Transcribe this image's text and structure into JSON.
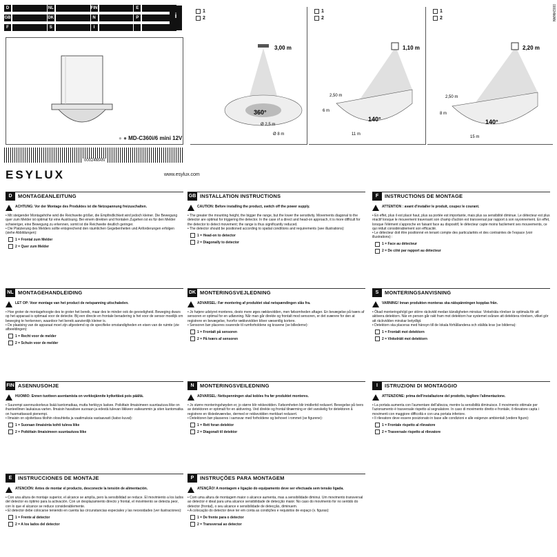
{
  "lang_tabs": [
    {
      "code": "D"
    },
    {
      "code": "NL"
    },
    {
      "code": "FIN"
    },
    {
      "code": "E"
    },
    {
      "code": "GB"
    },
    {
      "code": "DK"
    },
    {
      "code": "N"
    },
    {
      "code": "P"
    },
    {
      "code": "F"
    },
    {
      "code": "S"
    },
    {
      "code": "I"
    },
    {
      "code": ""
    }
  ],
  "info_icon": "i",
  "panels": {
    "opt1": "1",
    "opt2": "2",
    "p1_dist": "3,00 m",
    "p1_angle": "360°",
    "p1_diam": "Ø 2,5 m",
    "p1_diam2": "Ø 8 m",
    "p2_dist": "1,10 m",
    "p2_angle": "140°",
    "p2_w1": "2,50 m",
    "p2_w2": "6 m",
    "p2_len": "11 m",
    "p3_dist": "2,20 m",
    "p3_angle": "140°",
    "p3_w1": "2,50 m",
    "p3_w2": "8 m",
    "p3_len": "15 m"
  },
  "product": "MD-C360i/6 mini 12V",
  "doc_code": "00024MAN",
  "side_code": "00024MAN",
  "logo": "ESYLUX",
  "url": "www.esylux.com",
  "sections": [
    {
      "tag": "D",
      "title": "MONTAGEANLEITUNG",
      "warn": "ACHTUNG: Vor der Montage des Produktes ist die Netzspannung freizuschalten.",
      "body": "• Mit steigender Montagehöhe wird die Reichweite größer, die Empfindlichkeit wird jedoch kleiner. Die Bewegung quer zum Melder ist optimal für eine Auslösung. Bei einem direkten und frontalen Zugehen ist es für den Melder schwieriger, eine Bewegung zu erkennen, somit ist die Reichweite deutlich geringer.\n• Die Platzierung des Melders sollte entsprechend den räumlichen Gegebenheiten und Anforderungen erfolgen (siehe Abbildungen):",
      "o1": "1 = Frontal zum Melder",
      "o2": "2 = Quer zum Melder"
    },
    {
      "tag": "GB",
      "title": "INSTALLATION INSTRUCTIONS",
      "warn": "CAUTION: Before installing the product, switch off the power supply.",
      "body": "• The greater the mounting height, the bigger the range, but the lower the sensitivity. Movements diagonal to the detector are optimal for triggering the detector. In the case of a direct and head-on approach, it is more difficult for the detector to detect movement; the range is thus significantly reduced.\n• The detector should be positioned according to spatial conditions and requirements (see illustrations):",
      "o1": "1 = Head-on to detector",
      "o2": "2 = Diagonally to detector"
    },
    {
      "tag": "F",
      "title": "INSTRUCTIONS DE MONTAGE",
      "warn": "ATTENTION : avant d'installer le produit, coupez le courant.",
      "body": "• En effet, plus il est placé haut, plus sa portée est importante, mais plus sa sensibilité diminue. Le détecteur est plus réactif lorsque le mouvement traversant son champ d'action est transversal par rapport à son rayonnement. En effet, lorsque l'élément s'approche en faisant face au dispositif, le détecteur capte moins facilement ses mouvements, ce qui réduit considérablement son efficacité.\n• Le détecteur doit être positionné en tenant compte des particularités et des contraintes de l'espace (voir illustrations) :",
      "o1": "1 = Face au détecteur",
      "o2": "2 = De côté par rapport au détecteur"
    },
    {
      "tag": "NL",
      "title": "MONTAGEHANDLEIDING",
      "warn": "LET OP: Voor montage van het product de netspanning uitschakelen.",
      "body": "• Hoe groter de montagehoogte des te groter het bereik, maar des te minder ook de gevoeligheid. Beweging dwars op het apparaat is optimaal voor de detectie. Bij een directe en frontale benadering is het voor de sensor moeilijk om beweging te herkennen, waardoor het bereik aanzienlijk kleiner is.\n• De plaatsing van de apparaat moet zijn afgestemd op de specifieke omstandigheden en eisen van de ruimte (zie afbeeldingen):",
      "o1": "1 = Recht voor de melder",
      "o2": "2 = Schuin voor de melder"
    },
    {
      "tag": "DK",
      "title": "MONTERINGSVEJLEDNING",
      "warn": "ADVARSEL: Før montering af produktet skal netspændingen slås fra.",
      "body": "• Jo højere udstyret monteres, desto mere øges rækkevidden, men følsomheden aftager. En bevægelse på tværs af sensoren er optimal for en udløsning. Når man går direkte og frontalt mod sensoren, er det sværere for den at registrere en bevægelse, hvorfor rækkevidden bliver væsentlig kortere.\n• Sensoren bør placeres svarende til rumforholdene og kravene (se billederne):",
      "o1": "1 = Frontalt på sensoren",
      "o2": "2 = På tværs af sensoren"
    },
    {
      "tag": "S",
      "title": "MONTERINGSANVISNING",
      "warn": "VARNING! Innan produkten monteras ska nätspänningen kopplas från.",
      "body": "• Ökad monteringshöjd ger större räckvidd medan känsligheten minskar. Vinkelräta rörelser är optimala för att aktivera detektorn. När en person går rakt fram mot detektorn har systemet svårare att detektera rörelsen, vilket gör att räckvidden minskar betydligt.\n• Detektorn ska placeras med hänsyn till de lokala förhållandena och ställda krav (se bilderna):",
      "o1": "1 = Frontalt mot detektorn",
      "o2": "2 = Vinkelrätt mot detektorn"
    },
    {
      "tag": "FIN",
      "title": "ASENNUSOHJE",
      "warn": "HUOMIO: Ennen tuotteen asentamista on verkkojännite kytkettävä pois päältä.",
      "body": "• Suurempi asennuskorkeus lisää kantomatkaa, mutta herkkyys laskee. Poikittain ilmaisimeen suuntautuva liike on ihanteellinen laukaisua varten. Ilmaisin havaitsee suoraan ja edestä tulevan liikkeen vaikeammin ja siten kantomatka on huomattavasti pienempi.\n• Ilmaisin on sijoitettava tiloihin olosuhteita ja vaatimuksia vastaavasti (katso kuvat):",
      "o1": "1 = Suoraan ilmaisinta kohti tuleva liike",
      "o2": "2 = Poikittain ilmaisimeen suuntautuva liike"
    },
    {
      "tag": "N",
      "title": "MONTERINGSVEILEDNING",
      "warn": "ADVARSEL: Nettspenningen skal kobles fra før produktet monteres.",
      "body": "• Jo større monteringshøyden er, jo større blir rekkevidden. Følsomheten blir imidlertid redusert. Bevegelse på tvers av detektoren er optimalt for en aktivering. Ved direkte og frontal tilnærming er det vanskelig for detektoren å registrere en tilstedeværelse, dermed er rekkevidden merkbart redusert.\n• Detektoren bør plasseres i samsvar med forholdene og behovet i rommet (se figurene):",
      "o1": "1 = Rett foran detektor",
      "o2": "2 = Diagonalt til detektor"
    },
    {
      "tag": "I",
      "title": "ISTRUZIONI DI MONTAGGIO",
      "warn": "ATTENZIONE: prima dell'installazione del prodotto, togliere l'alimentazione.",
      "body": "• La portata aumenta con l'aumentare dell'altezza, mentre la sensibilità diminuisce. Il movimento ottimale per l'azionamento è trasversale rispetto al segnalatore. In caso di movimento diretto e frontale, il rilevatore capta i movimenti con maggiore difficoltà e con una portata inferiore.\n• Il rilevatore deve essere posizionato in base alle condizioni e alle esigenze ambientali (vedere figure):",
      "o1": "1 = Frontale rispetto al rilevatore",
      "o2": "2 = Trasversale rispetto al rilevatore"
    },
    {
      "tag": "E",
      "title": "INSTRUCCIONES DE MONTAJE",
      "warn": "ATENCIÓN: Antes de montar el producto, desconecte la tensión de alimentación.",
      "body": "• Con una altura de montaje superior, el alcance se amplía, pero la sensibilidad se reduce. El movimiento a los lados del detector es óptimo para la activación. Con un desplazamiento directo y frontal, el movimiento se detecta peor, con lo que el alcance se reduce considerablemente.\n• El detector debe colocarse teniendo en cuenta las circunstancias especiales y las necesidades (ver ilustraciones):",
      "o1": "1 = Frente al detector",
      "o2": "2 = A los lados del detector"
    },
    {
      "tag": "P",
      "title": "INSTRUÇÕES PARA MONTAGEM",
      "warn": "ATENÇÃO! A montagem e ligação do equipamento deve ser efectuada sem tensão ligada.",
      "body": "• Com uma altura de montagem maior o alcance aumenta, mas a sensibilidade diminui. Um movimento transversal ao detector é ideal para uma alcance sensibilidade de detecção maior. No caso do movimento for no sentido do detector (frontal), o seu alcance e sensibilidade de detecção, diminuem.\n• A colocação do detector deve ter em conta as condições e requisitos de espaço (v. figuras):",
      "o1": "1 = De frente para o detector",
      "o2": "2 = Transversal ao detector"
    }
  ]
}
